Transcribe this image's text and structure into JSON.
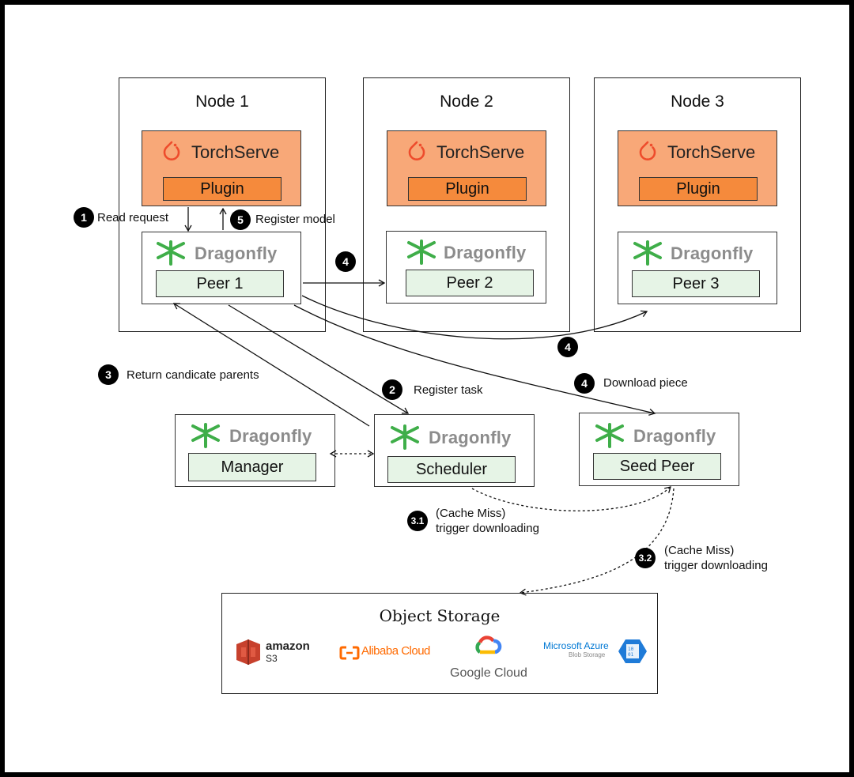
{
  "nodes": [
    {
      "title": "Node 1",
      "torchserve": "TorchServe",
      "plugin": "Plugin",
      "brand": "Dragonfly",
      "peer": "Peer 1"
    },
    {
      "title": "Node 2",
      "torchserve": "TorchServe",
      "plugin": "Plugin",
      "brand": "Dragonfly",
      "peer": "Peer 2"
    },
    {
      "title": "Node 3",
      "torchserve": "TorchServe",
      "plugin": "Plugin",
      "brand": "Dragonfly",
      "peer": "Peer 3"
    }
  ],
  "services": {
    "manager": {
      "brand": "Dragonfly",
      "label": "Manager"
    },
    "scheduler": {
      "brand": "Dragonfly",
      "label": "Scheduler"
    },
    "seed_peer": {
      "brand": "Dragonfly",
      "label": "Seed Peer"
    }
  },
  "steps": {
    "s1": {
      "badge": "1",
      "text": "Read request"
    },
    "s5": {
      "badge": "5",
      "text": "Register model"
    },
    "s4a": {
      "badge": "4"
    },
    "s4b": {
      "badge": "4"
    },
    "s4c": {
      "badge": "4",
      "text": "Download piece"
    },
    "s3": {
      "badge": "3",
      "text": "Return candicate parents"
    },
    "s2": {
      "badge": "2",
      "text": "Register task"
    },
    "s31": {
      "badge": "3.1",
      "line1": "(Cache Miss)",
      "line2": "trigger downloading"
    },
    "s32": {
      "badge": "3.2",
      "line1": "(Cache Miss)",
      "line2": "trigger downloading"
    }
  },
  "storage": {
    "title": "Object Storage",
    "providers": {
      "amazon": "amazon",
      "amazon_sub": "S3",
      "alibaba": "Alibaba Cloud",
      "google": "Google Cloud",
      "azure": "Microsoft Azure",
      "azure_sub": "Blob Storage"
    }
  },
  "colors": {
    "torchserve_fill": "#f8a878",
    "plugin_fill": "#f58a3c",
    "peer_fill": "#e6f4e6",
    "dragonfly_green": "#3fae49",
    "torch_orange": "#ee4c2c"
  }
}
